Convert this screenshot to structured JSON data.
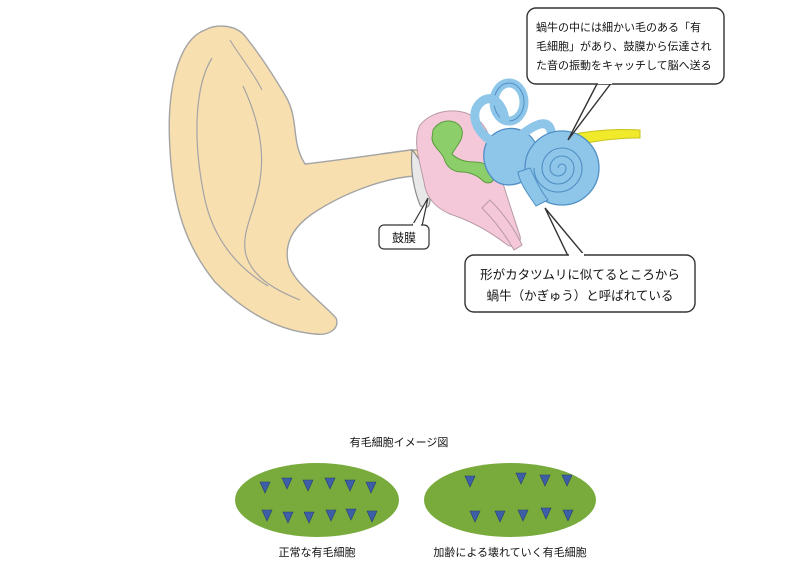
{
  "callouts": {
    "cochlea_info": [
      "蝸牛の中には細かい毛のある「有",
      "毛細胞」があり、鼓膜から伝達され",
      "た音の振動をキャッチして脳へ送る"
    ],
    "eardrum_label": "鼓膜",
    "cochlea_name": [
      "形がカタツムリに似てるところから",
      "蝸牛（かぎゅう）と呼ばれている"
    ]
  },
  "hair_cells": {
    "title": "有毛細胞イメージ図",
    "normal_caption": "正常な有毛細胞",
    "damaged_caption": "加齢による壊れていく有毛細胞",
    "normal_cell_count": 12,
    "damaged_cell_count": 9
  },
  "colors": {
    "outer_ear": "#f8dfb0",
    "outer_ear_stroke": "#9c9c9c",
    "middle_ear": "#f4c8d8",
    "ossicles": "#8ccf6a",
    "inner_ear": "#8ec6ea",
    "inner_ear_stroke": "#4f8fc4",
    "nerve": "#f0ea2a",
    "cell_oval": "#78aa3c",
    "cell_triangle": "#3d5fa8"
  }
}
